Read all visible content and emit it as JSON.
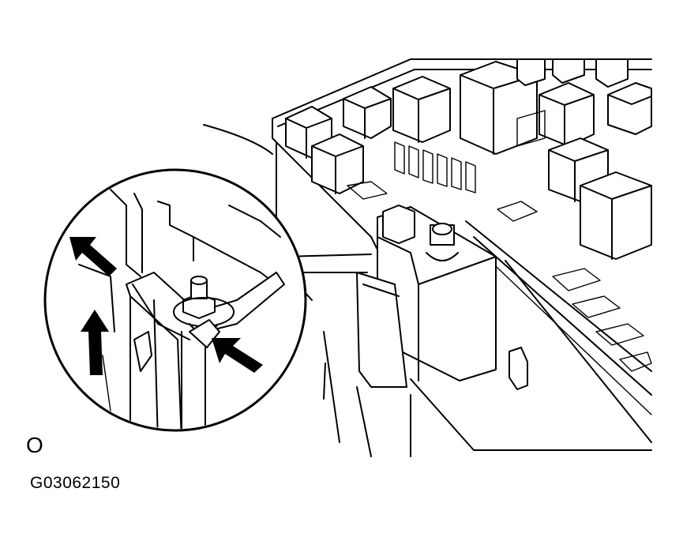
{
  "figure": {
    "view_letter": "O",
    "figure_id": "G03062150"
  },
  "icons": {
    "callout": "magnified-detail-circle",
    "arrows": "press-direction-arrows"
  }
}
